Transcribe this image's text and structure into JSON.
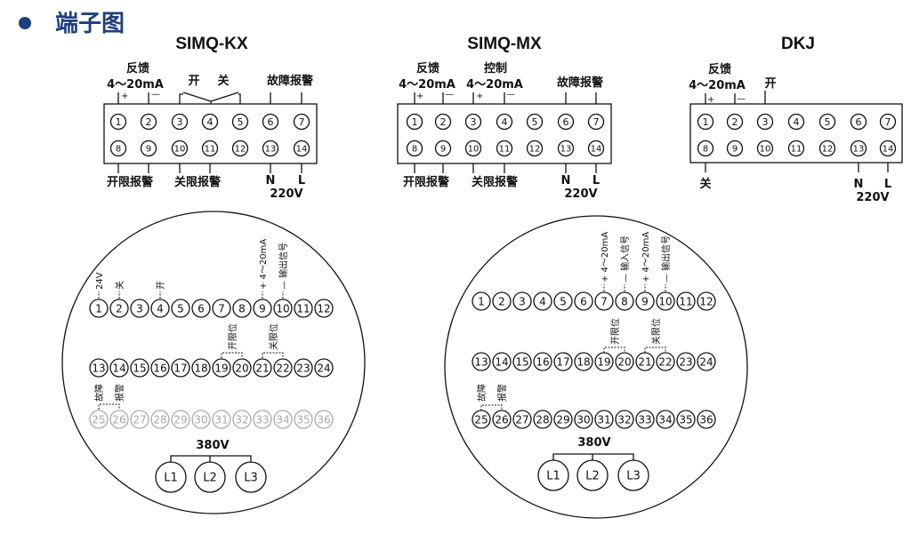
{
  "header": {
    "title": "端子图",
    "accent_color": "#1f3f80"
  },
  "kx": {
    "title": "SIMQ-KX",
    "feedback": "反馈",
    "range": "4～20mA",
    "plus": "+",
    "minus": "—",
    "open": "开",
    "close": "关",
    "fault_alarm": "故障报警",
    "open_limit_alarm": "开限报警",
    "close_limit_alarm": "关限报警",
    "n": "N",
    "l": "L",
    "voltage": "220V",
    "pins_top": [
      "1",
      "2",
      "3",
      "4",
      "5",
      "6",
      "7"
    ],
    "pins_bottom": [
      "8",
      "9",
      "10",
      "11",
      "12",
      "13",
      "14"
    ]
  },
  "mx": {
    "title": "SIMQ-MX",
    "feedback": "反馈",
    "control": "控制",
    "range": "4～20mA",
    "plus": "+",
    "minus": "—",
    "fault_alarm": "故障报警",
    "open_limit_alarm": "开限报警",
    "close_limit_alarm": "关限报警",
    "n": "N",
    "l": "L",
    "voltage": "220V",
    "pins_top": [
      "1",
      "2",
      "3",
      "4",
      "5",
      "6",
      "7"
    ],
    "pins_bottom": [
      "8",
      "9",
      "10",
      "11",
      "12",
      "13",
      "14"
    ]
  },
  "dkj": {
    "title": "DKJ",
    "feedback": "反馈",
    "range": "4～20mA",
    "plus": "+",
    "minus": "—",
    "open": "开",
    "close": "关",
    "n": "N",
    "l": "L",
    "voltage": "220V",
    "pins_top": [
      "1",
      "2",
      "3",
      "4",
      "5",
      "6",
      "7"
    ],
    "pins_bottom": [
      "8",
      "9",
      "10",
      "11",
      "12",
      "13",
      "14"
    ]
  },
  "round_left": {
    "row1": [
      "1",
      "2",
      "3",
      "4",
      "5",
      "6",
      "7",
      "8",
      "9",
      "10",
      "11",
      "12"
    ],
    "row2": [
      "13",
      "14",
      "15",
      "16",
      "17",
      "18",
      "19",
      "20",
      "21",
      "22",
      "23",
      "24"
    ],
    "row3": [
      "25",
      "26",
      "27",
      "28",
      "29",
      "30",
      "31",
      "32",
      "33",
      "34",
      "35",
      "36"
    ],
    "label_24v": "24V",
    "label_close": "关",
    "label_open": "开",
    "label_range": "+ 4～20mA",
    "label_output": "— 输出信号",
    "open_limit": "开限位",
    "close_limit": "关限位",
    "fault": "故障",
    "alarm": "报警",
    "voltage": "380V",
    "phases": [
      "L1",
      "L2",
      "L3"
    ]
  },
  "round_right": {
    "row1": [
      "1",
      "2",
      "3",
      "4",
      "5",
      "6",
      "7",
      "8",
      "9",
      "10",
      "11",
      "12"
    ],
    "row2": [
      "13",
      "14",
      "15",
      "16",
      "17",
      "18",
      "19",
      "20",
      "21",
      "22",
      "23",
      "24"
    ],
    "row3": [
      "25",
      "26",
      "27",
      "28",
      "29",
      "30",
      "31",
      "32",
      "33",
      "34",
      "35",
      "36"
    ],
    "label_in_range": "+ 4～20mA",
    "label_input": "— 输入信号",
    "label_out_range": "+ 4～20mA",
    "label_output": "— 输出信号",
    "open_limit": "开限位",
    "close_limit": "关限位",
    "fault": "故障",
    "alarm": "报警",
    "voltage": "380V",
    "phases": [
      "L1",
      "L2",
      "L3"
    ]
  }
}
